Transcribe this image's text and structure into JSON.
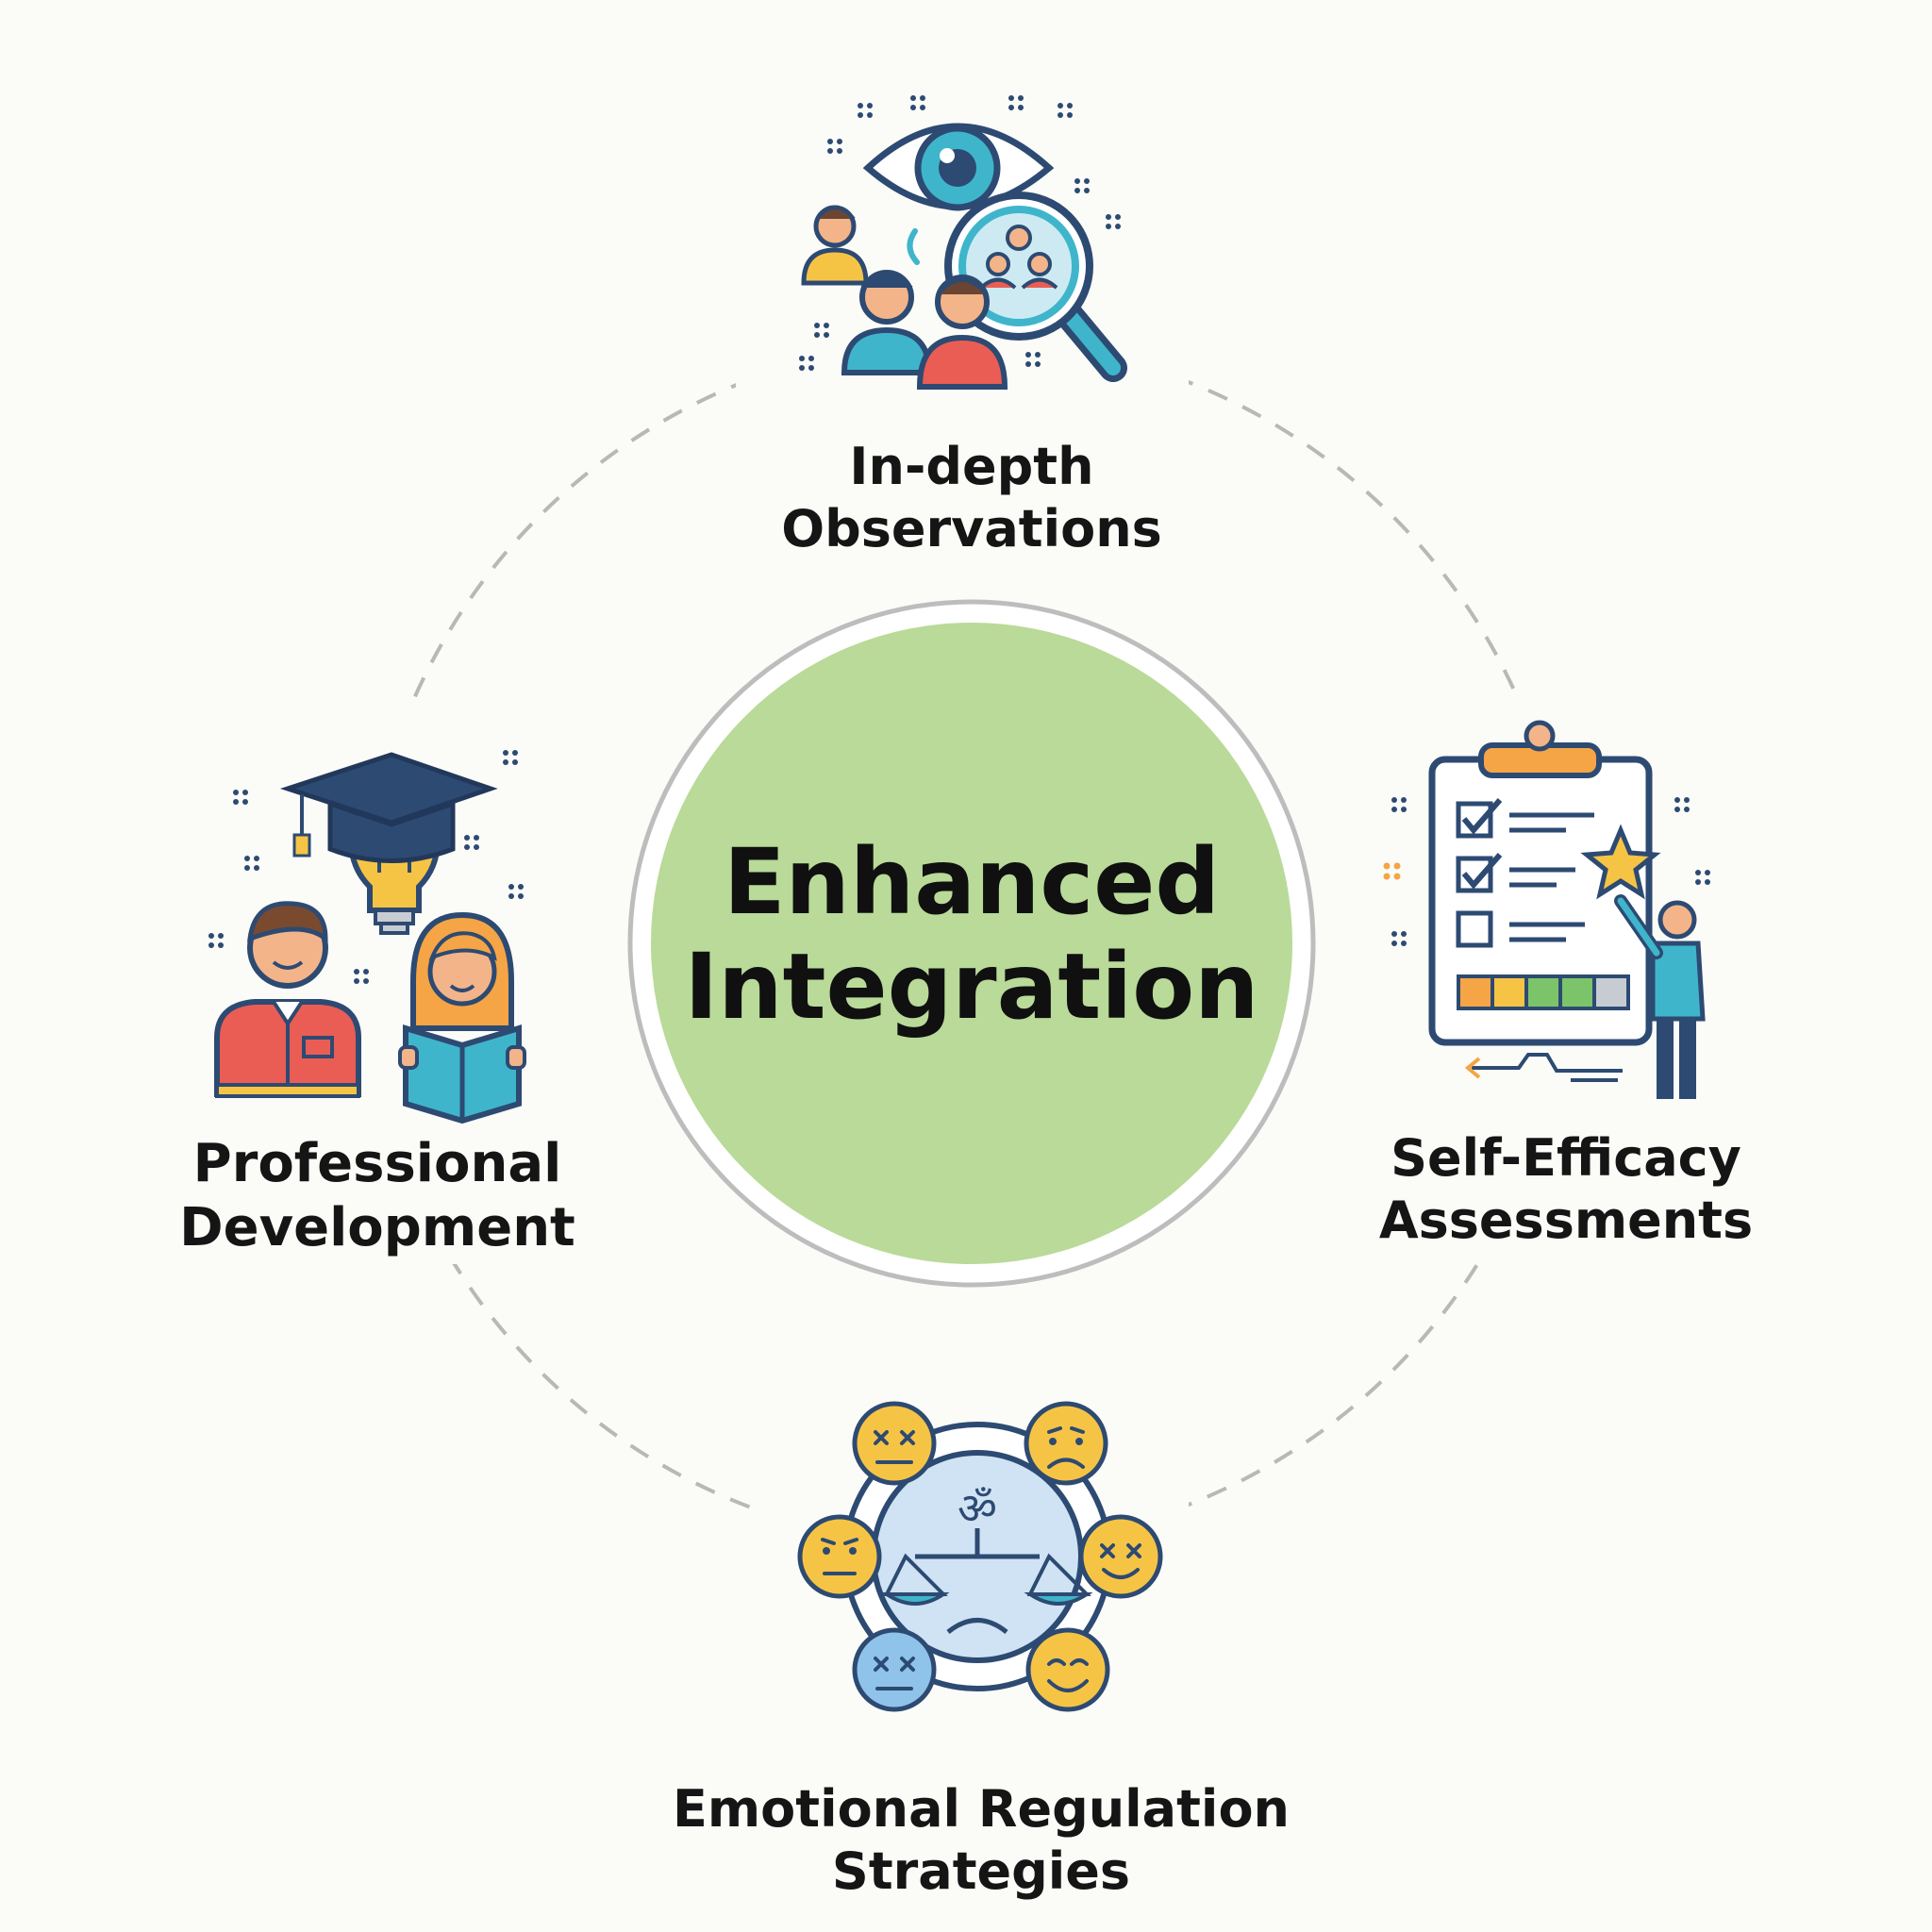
{
  "hub": {
    "line1": "Enhanced",
    "line2": "Integration",
    "fill_color": "#b9da98",
    "ring_color": "#bdbdbd"
  },
  "nodes": {
    "top": {
      "line1": "In-depth",
      "line2": "Observations"
    },
    "right": {
      "line1": "Self-Efficacy",
      "line2": "Assessments"
    },
    "bottom": {
      "line1": "Emotional Regulation",
      "line2": "Strategies"
    },
    "left": {
      "line1": "Professional",
      "line2": "Development"
    }
  },
  "icons": {
    "top": "eye-magnifier-people-icon",
    "right": "clipboard-checklist-icon",
    "bottom": "emotion-balance-icon",
    "left": "graduation-lightbulb-people-icon"
  },
  "colors": {
    "navy": "#2d4a72",
    "teal": "#3fb5cc",
    "orange": "#f5a545",
    "red": "#ea5d55",
    "yellow": "#f6c445",
    "green": "#7cc46a",
    "dashed_ring": "#b8b8b8"
  }
}
